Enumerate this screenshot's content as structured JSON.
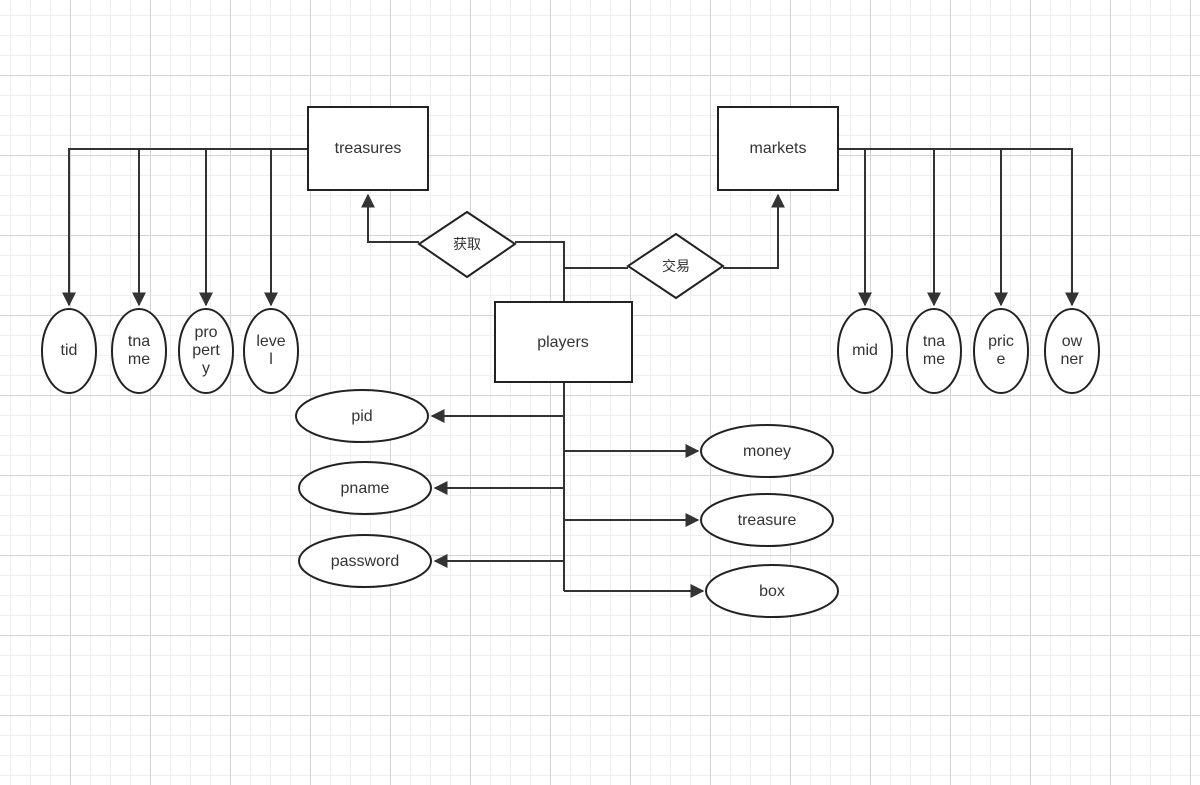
{
  "entities": {
    "treasures": "treasures",
    "markets": "markets",
    "players": "players"
  },
  "relationships": {
    "acquire": "获取",
    "trade": "交易"
  },
  "treasure_attributes": [
    {
      "lines": [
        "tid"
      ]
    },
    {
      "lines": [
        "tna",
        "me"
      ]
    },
    {
      "lines": [
        "pro",
        "pert",
        "y"
      ]
    },
    {
      "lines": [
        "leve",
        "l"
      ]
    }
  ],
  "market_attributes": [
    {
      "lines": [
        "mid"
      ]
    },
    {
      "lines": [
        "tna",
        "me"
      ]
    },
    {
      "lines": [
        "pric",
        "e"
      ]
    },
    {
      "lines": [
        "ow",
        "ner"
      ]
    }
  ],
  "player_attributes": {
    "pid": "pid",
    "pname": "pname",
    "password": "password",
    "money": "money",
    "treasure": "treasure",
    "box": "box"
  }
}
